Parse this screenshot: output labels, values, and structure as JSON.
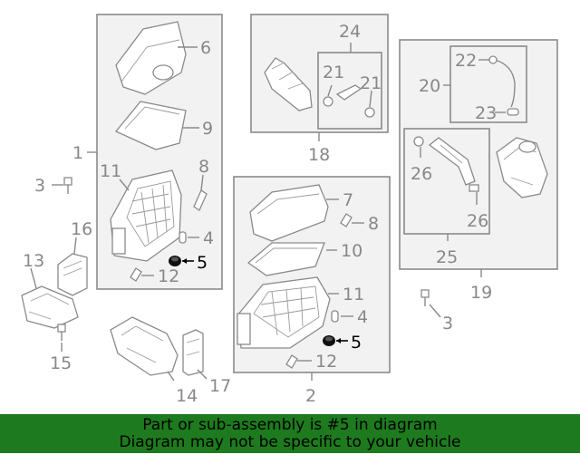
{
  "callouts": {
    "n1": "1",
    "n2": "2",
    "n3a": "3",
    "n3b": "3",
    "n4a": "4",
    "n4b": "4",
    "n5a": "5",
    "n5b": "5",
    "n6": "6",
    "n7": "7",
    "n8a": "8",
    "n8b": "8",
    "n9": "9",
    "n10": "10",
    "n11a": "11",
    "n11b": "11",
    "n12a": "12",
    "n12b": "12",
    "n13": "13",
    "n14": "14",
    "n15": "15",
    "n16": "16",
    "n17": "17",
    "n18": "18",
    "n19": "19",
    "n20": "20",
    "n21a": "21",
    "n21b": "21",
    "n22": "22",
    "n23": "23",
    "n24": "24",
    "n25": "25",
    "n26a": "26",
    "n26b": "26"
  },
  "highlight_part": "5",
  "colors": {
    "banner": "#1e7a1e",
    "label": "#888888",
    "highlight": "#000000",
    "box_fill": "#f2f2f2"
  },
  "banner": {
    "line1": "Part or sub-assembly is #5 in diagram",
    "line2": "Diagram may not be specific to your vehicle"
  }
}
